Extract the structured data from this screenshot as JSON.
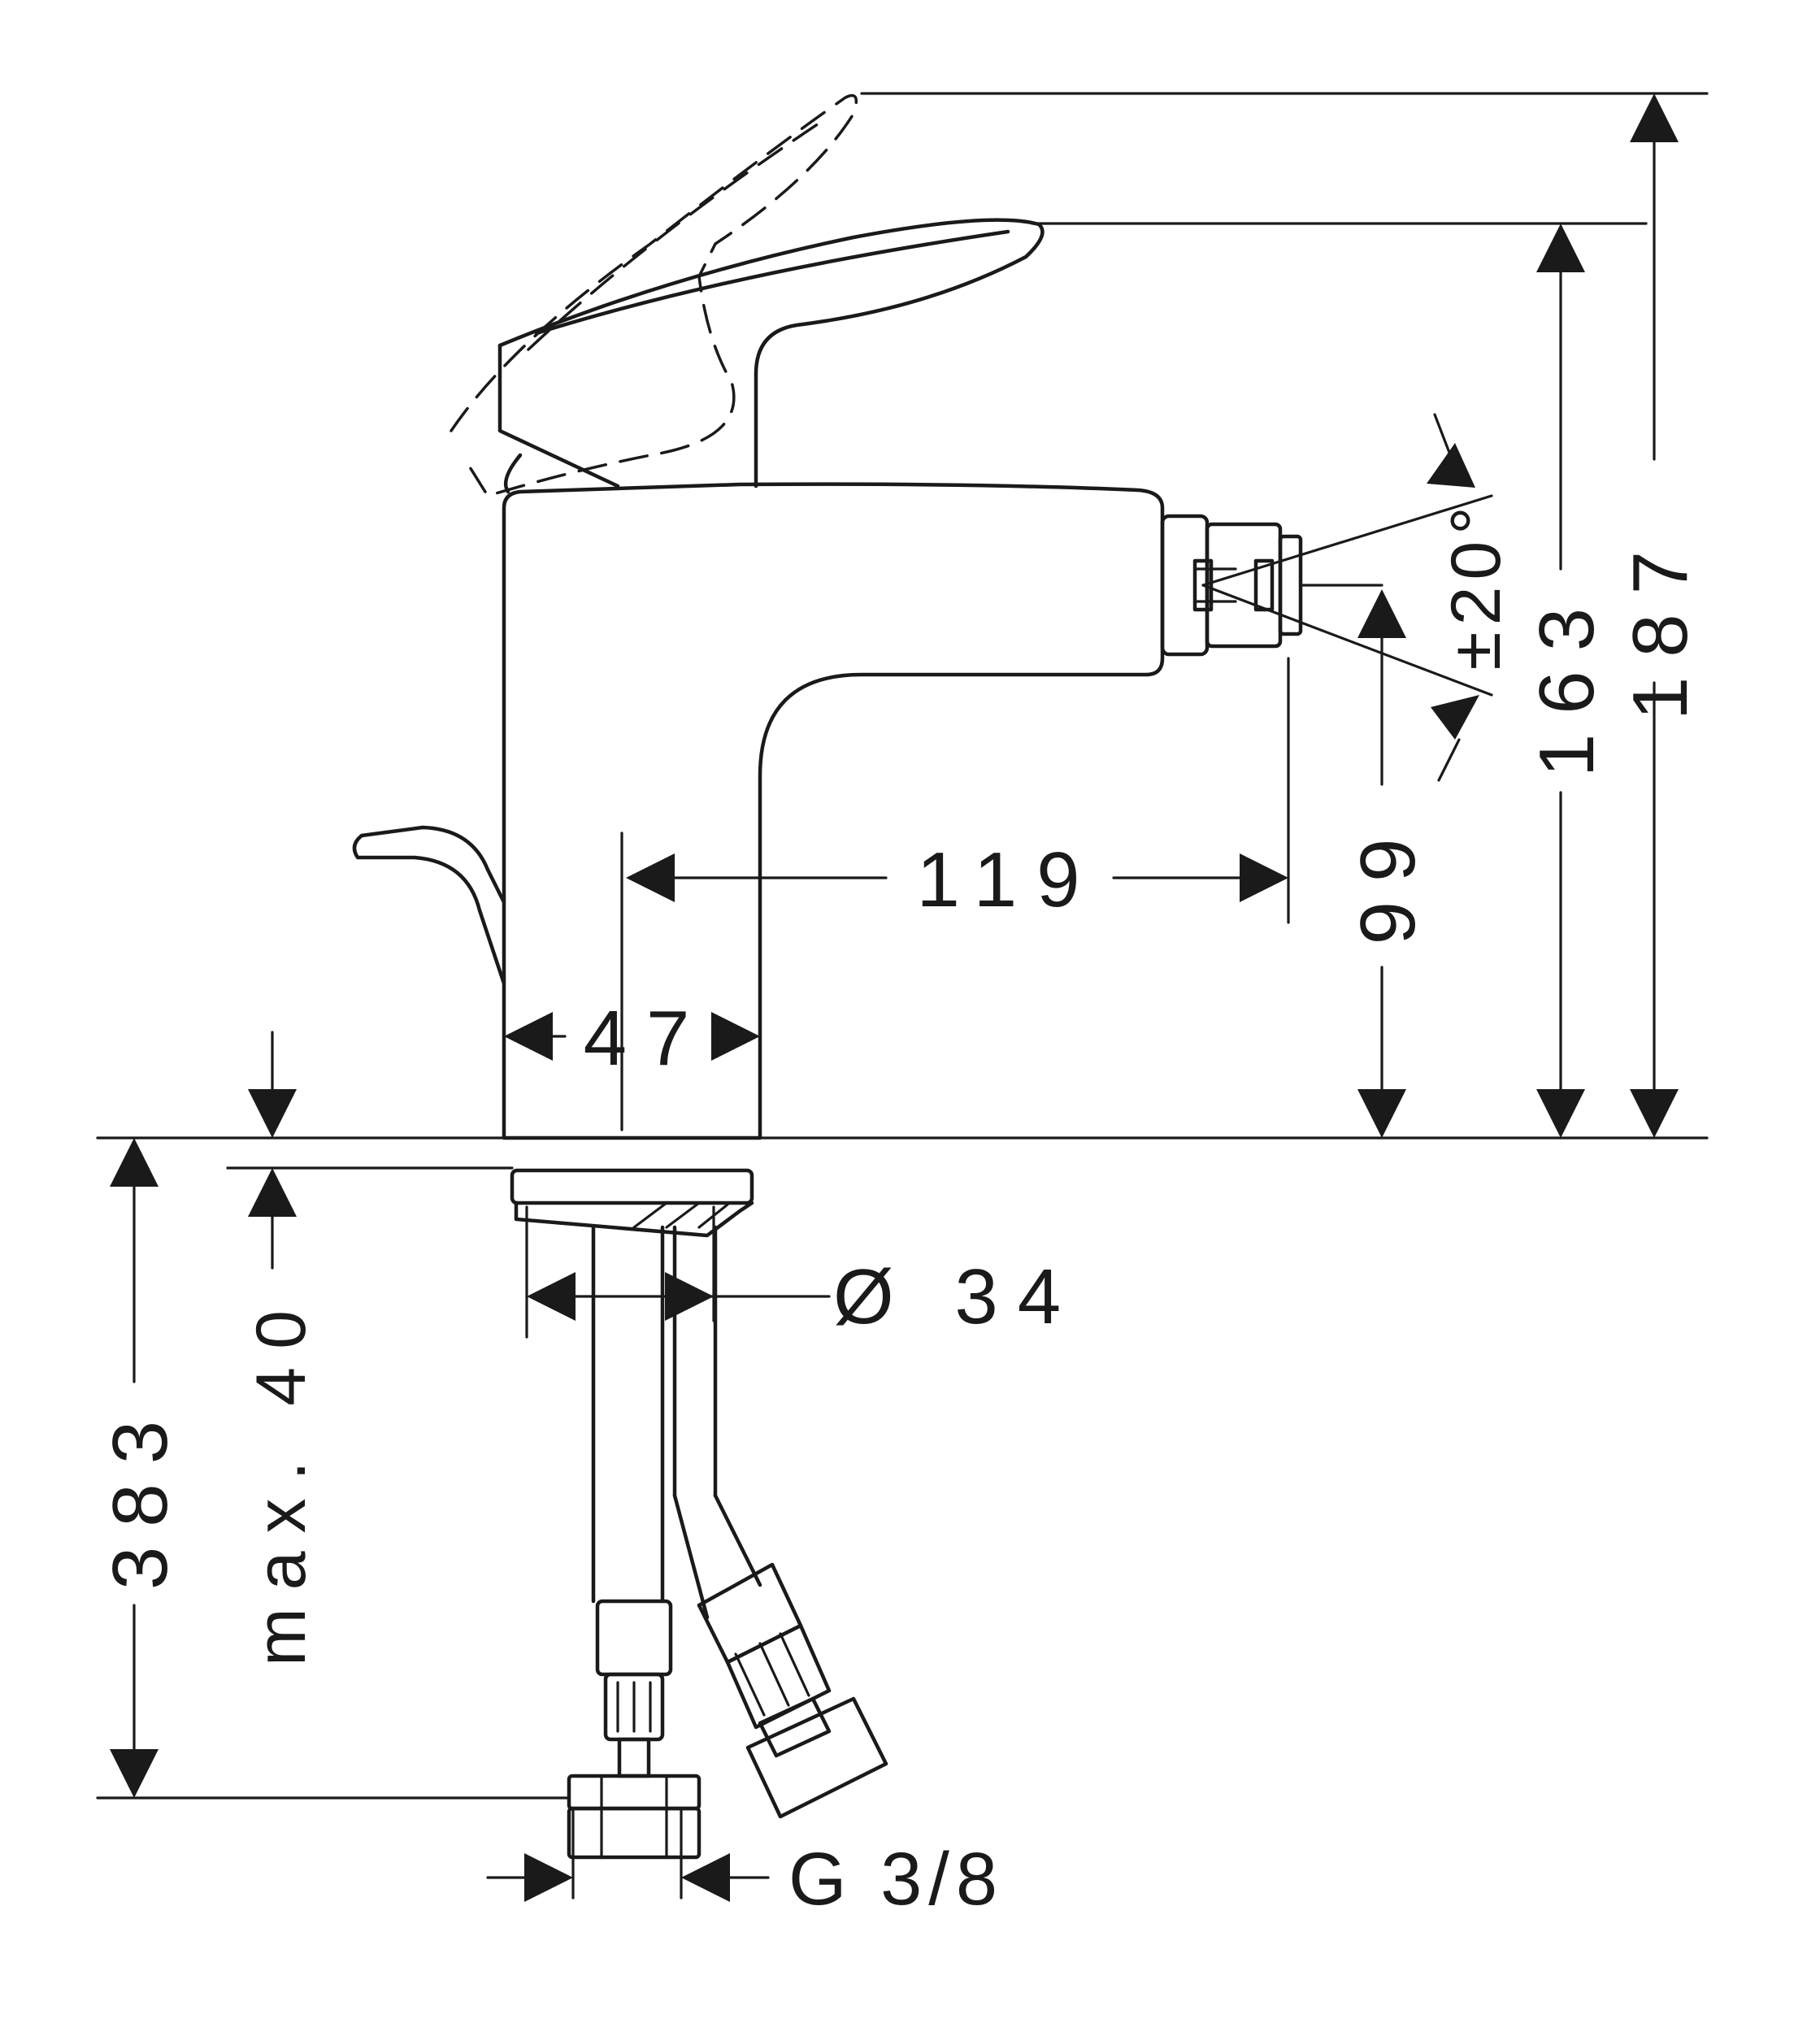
{
  "dimensions": {
    "overall_height": "187",
    "lever_height": "163",
    "spout_height": "99",
    "spout_angle": "±20°",
    "spout_reach": "119",
    "body_width": "47",
    "hole_diameter": "Ø 34",
    "counter_thickness": "max. 40",
    "hose_length": "383",
    "connection_thread": "G 3/8"
  }
}
